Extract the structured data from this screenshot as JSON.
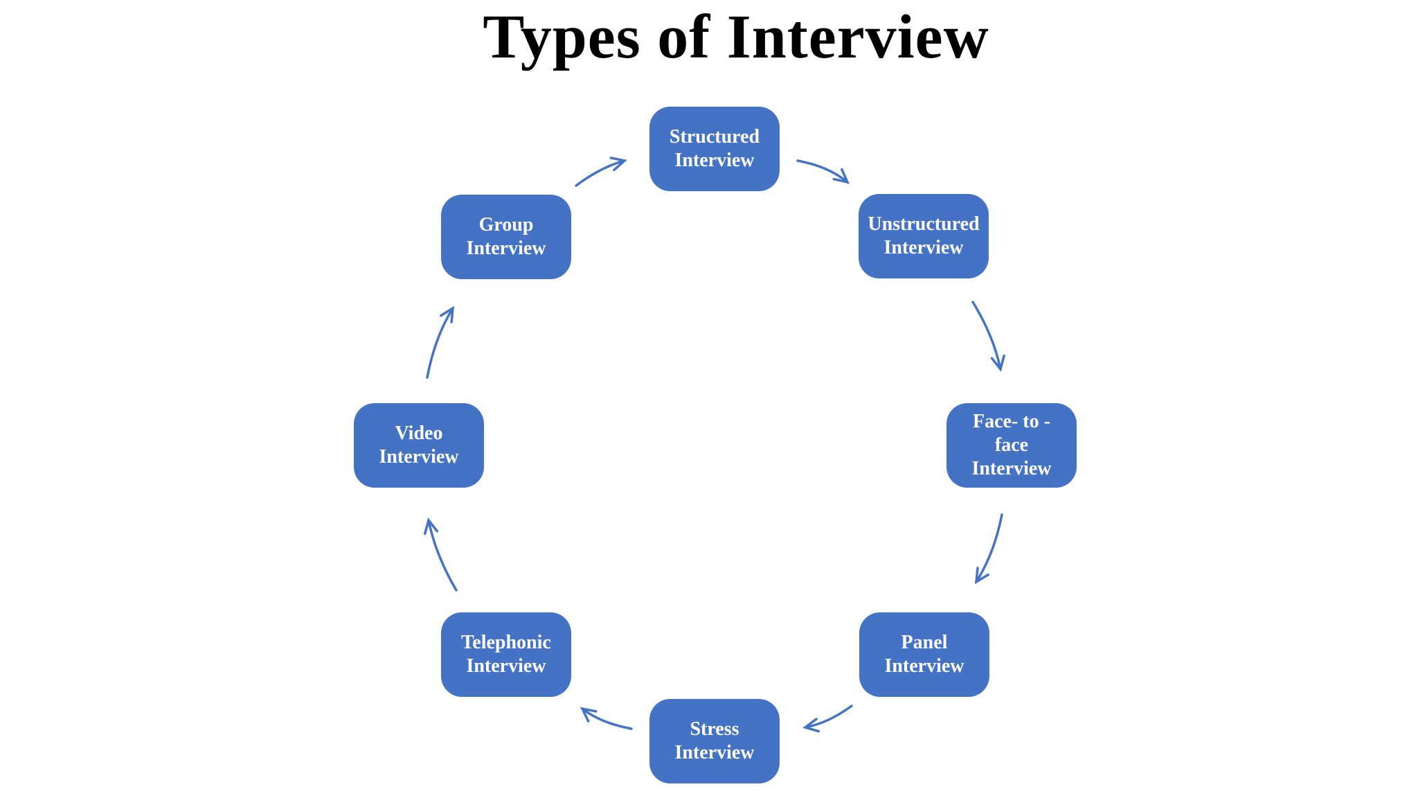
{
  "title": "Types of Interview",
  "colors": {
    "box_fill": "#4472C4",
    "box_text": "#ffffff",
    "arrow": "#4472C4",
    "title_text": "#000000",
    "background": "#ffffff"
  },
  "diagram": {
    "type": "circular-flow",
    "direction": "clockwise",
    "nodes": [
      {
        "id": "structured-interview",
        "label": "Structured\nInterview"
      },
      {
        "id": "unstructured-interview",
        "label": "Unstructured\nInterview"
      },
      {
        "id": "face-to-face-interview",
        "label": "Face- to -\nface\nInterview"
      },
      {
        "id": "panel-interview",
        "label": "Panel\nInterview"
      },
      {
        "id": "stress-interview",
        "label": "Stress\nInterview"
      },
      {
        "id": "telephonic-interview",
        "label": "Telephonic\nInterview"
      },
      {
        "id": "video-interview",
        "label": "Video\nInterview"
      },
      {
        "id": "group-interview",
        "label": "Group\nInterview"
      }
    ],
    "flow": [
      "Structured Interview → Unstructured Interview",
      "Unstructured Interview → Face- to - face Interview",
      "Face- to - face Interview → Panel Interview",
      "Panel Interview → Stress Interview",
      "Stress Interview → Telephonic Interview",
      "Telephonic Interview → Video Interview",
      "Video Interview → Group Interview",
      "Group Interview → Structured Interview"
    ]
  }
}
